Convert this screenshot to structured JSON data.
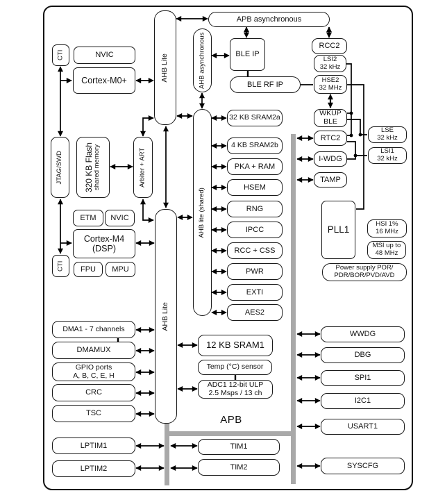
{
  "diagram_title": "Microcontroller block diagram",
  "colors": {
    "bus_gray": "#a9a9a9",
    "line": "#000000",
    "box_border": "#1a1a1a",
    "background": "#ffffff"
  },
  "labels": {
    "apb_bus": "APB"
  },
  "blocks": {
    "apb_async": "APB asynchronous",
    "ahb_lite_top": "AHB Lite",
    "ahb_async": "AHB asynchronous",
    "ble_ip": "BLE IP",
    "ble_rf_ip": "BLE RF IP",
    "rcc2": "RCC2",
    "lsi2": "LSI2\n32 kHz",
    "hse2": "HSE2\n32 MHz",
    "wkup_ble": "WKUP\nBLE",
    "rtc2": "RTC2",
    "iwdg": "I-WDG",
    "tamp": "TAMP",
    "lse": "LSE\n32 kHz",
    "lsi1": "LSI1\n32 kHz",
    "cti_top": "CTI",
    "nvic_m0": "NVIC",
    "cortex_m0": "Cortex-M0+",
    "jtag_swd": "JTAG/SWD",
    "flash_l1": "320 KB Flash",
    "flash_l2": "shared memory",
    "arbiter_art": "Arbiter + ART",
    "etm": "ETM",
    "nvic_m4": "NVIC",
    "cortex_m4": "Cortex-M4\n(DSP)",
    "cti_bottom": "CTI",
    "fpu": "FPU",
    "mpu": "MPU",
    "ahb_lite_shared": "AHB lite (shared)",
    "ahb_lite_bottom": "AHB Lite",
    "sram2a": "32 KB SRAM2a",
    "sram2b": "4 KB SRAM2b",
    "pka_ram": "PKA + RAM",
    "hsem": "HSEM",
    "rng": "RNG",
    "ipcc": "IPCC",
    "rcc_css": "RCC + CSS",
    "pwr": "PWR",
    "exti": "EXTI",
    "aes2": "AES2",
    "pll1": "PLL1",
    "hsi": "HSI 1%\n16 MHz",
    "msi": "MSI up to\n48 MHz",
    "power_supply": "Power supply POR/\nPDR/BOR/PVD/AVD",
    "dma1": "DMA1 - 7 channels",
    "dmamux": "DMAMUX",
    "gpio": "GPIO ports\nA, B, C, E, H",
    "crc": "CRC",
    "tsc": "TSC",
    "sram1": "12 KB SRAM1",
    "temp_sensor": "Temp (°C) sensor",
    "adc1": "ADC1 12-bit ULP\n2.5 Msps / 13 ch",
    "lptim1": "LPTIM1",
    "lptim2": "LPTIM2",
    "tim1": "TIM1",
    "tim2": "TIM2",
    "wwdg": "WWDG",
    "dbg": "DBG",
    "spi1": "SPI1",
    "i2c1": "I2C1",
    "usart1": "USART1",
    "syscfg": "SYSCFG"
  }
}
